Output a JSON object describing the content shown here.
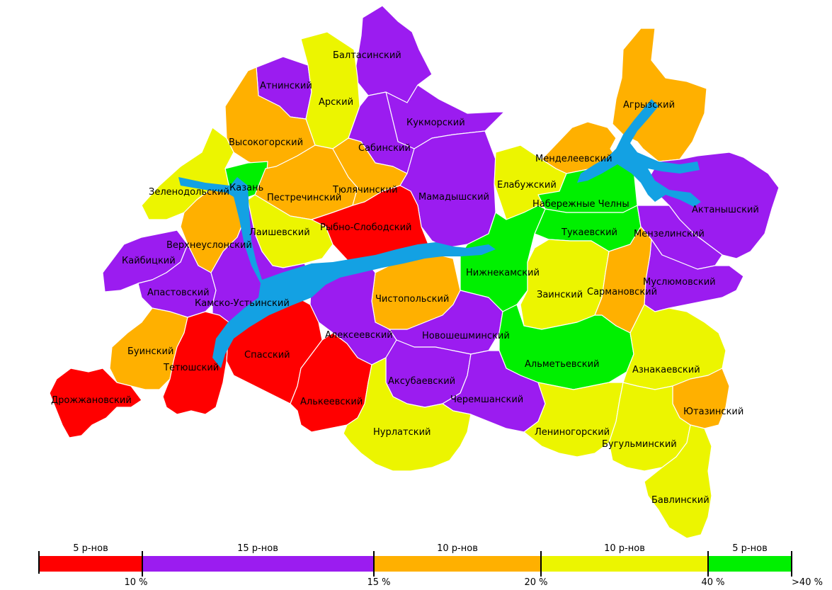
{
  "colors": {
    "water": "#13a1e3",
    "lt10": "#ff0000",
    "10to15": "#9b1cf0",
    "15to20": "#ffb000",
    "20to40": "#ecf500",
    "gt40": "#00f000"
  },
  "regions": [
    {
      "name": "Балтасинский",
      "color": "10to15"
    },
    {
      "name": "Атнинский",
      "color": "10to15"
    },
    {
      "name": "Арский",
      "color": "20to40"
    },
    {
      "name": "Кукморский",
      "color": "10to15"
    },
    {
      "name": "Высокогорский",
      "color": "15to20"
    },
    {
      "name": "Сабинский",
      "color": "10to15"
    },
    {
      "name": "Агрызский",
      "color": "15to20"
    },
    {
      "name": "Менделеевский",
      "color": "15to20"
    },
    {
      "name": "Казань",
      "color": "gt40"
    },
    {
      "name": "Зеленодольский",
      "color": "20to40"
    },
    {
      "name": "Пестречинский",
      "color": "15to20"
    },
    {
      "name": "Тюлячинский",
      "color": "15to20"
    },
    {
      "name": "Мамадышский",
      "color": "10to15"
    },
    {
      "name": "Елабужский",
      "color": "20to40"
    },
    {
      "name": "Набережные Челны",
      "color": "gt40"
    },
    {
      "name": "Актанышский",
      "color": "10to15"
    },
    {
      "name": "Лаишевский",
      "color": "20to40"
    },
    {
      "name": "Рыбно-Слободский",
      "color": "lt10"
    },
    {
      "name": "Тукаевский",
      "color": "gt40"
    },
    {
      "name": "Мензелинский",
      "color": "10to15"
    },
    {
      "name": "Верхнеуслонский",
      "color": "15to20"
    },
    {
      "name": "Кайбицкий",
      "color": "10to15"
    },
    {
      "name": "Нижнекамский",
      "color": "gt40"
    },
    {
      "name": "Муслюмовский",
      "color": "10to15"
    },
    {
      "name": "Апастовский",
      "color": "10to15"
    },
    {
      "name": "Заинский",
      "color": "20to40"
    },
    {
      "name": "Сармановский",
      "color": "15to20"
    },
    {
      "name": "Камско-Устьинский",
      "color": "10to15"
    },
    {
      "name": "Чистопольский",
      "color": "15to20"
    },
    {
      "name": "Алексеевский",
      "color": "10to15"
    },
    {
      "name": "Новошешминский",
      "color": "10to15"
    },
    {
      "name": "Буинский",
      "color": "15to20"
    },
    {
      "name": "Тетюшский",
      "color": "lt10"
    },
    {
      "name": "Спасский",
      "color": "lt10"
    },
    {
      "name": "Альметьевский",
      "color": "gt40"
    },
    {
      "name": "Азнакаевский",
      "color": "20to40"
    },
    {
      "name": "Аксубаевский",
      "color": "10to15"
    },
    {
      "name": "Дрожжановский",
      "color": "lt10"
    },
    {
      "name": "Алькеевский",
      "color": "lt10"
    },
    {
      "name": "Черемшанский",
      "color": "10to15"
    },
    {
      "name": "Ютазинский",
      "color": "15to20"
    },
    {
      "name": "Нурлатский",
      "color": "20to40"
    },
    {
      "name": "Лениногорский",
      "color": "20to40"
    },
    {
      "name": "Бугульминский",
      "color": "20to40"
    },
    {
      "name": "Бавлинский",
      "color": "20to40"
    }
  ],
  "legend": {
    "bins": [
      {
        "label": "5 р-нов",
        "color": "lt10"
      },
      {
        "label": "15 р-нов",
        "color": "10to15"
      },
      {
        "label": "10 р-нов",
        "color": "15to20"
      },
      {
        "label": "10 р-нов",
        "color": "20to40"
      },
      {
        "label": "5 р-нов",
        "color": "gt40"
      }
    ],
    "thresholds": [
      "10 %",
      "15 %",
      "20 %",
      "40 %",
      ">40 %"
    ]
  }
}
